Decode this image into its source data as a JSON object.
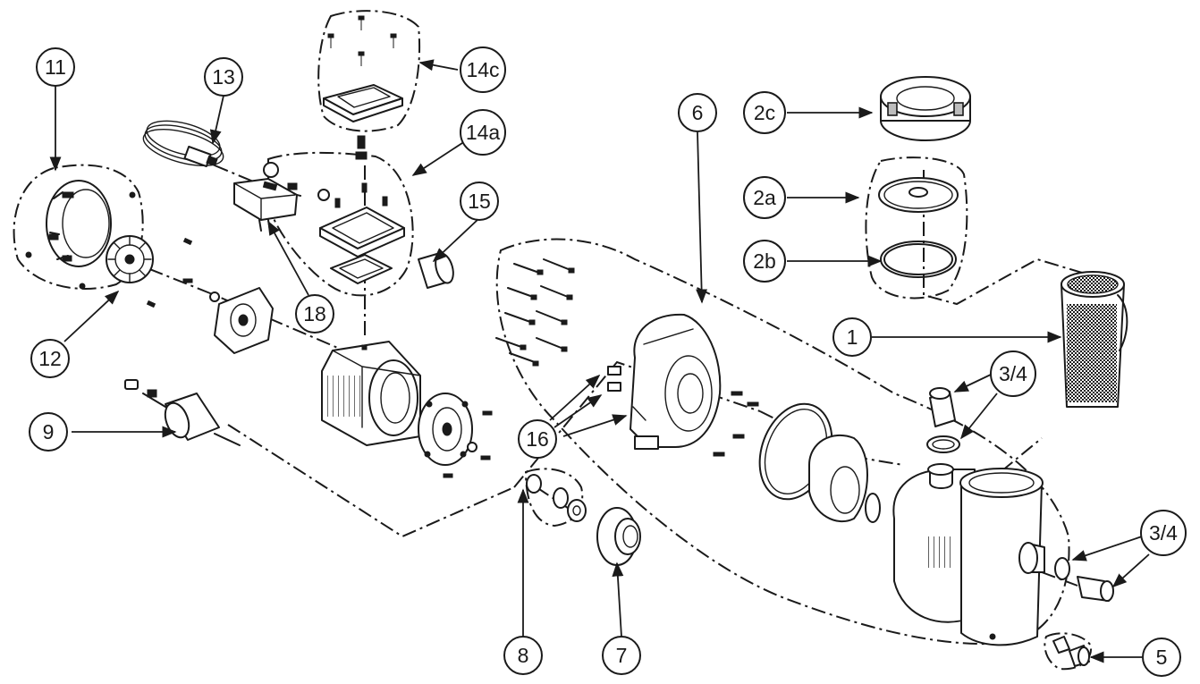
{
  "diagram": {
    "type": "exploded-parts-view",
    "colors": {
      "ink": "#1a1a1a",
      "background": "#ffffff",
      "shade": "#bdbdbd"
    },
    "callouts": {
      "c11": "11",
      "c13": "13",
      "c14c": "14c",
      "c14a": "14a",
      "c15": "15",
      "c18": "18",
      "c12": "12",
      "c9": "9",
      "c6": "6",
      "c2c": "2c",
      "c2a": "2a",
      "c2b": "2b",
      "c1": "1",
      "c34a": "3/4",
      "c16": "16",
      "c34b": "3/4",
      "c8": "8",
      "c7": "7",
      "c5": "5"
    }
  }
}
